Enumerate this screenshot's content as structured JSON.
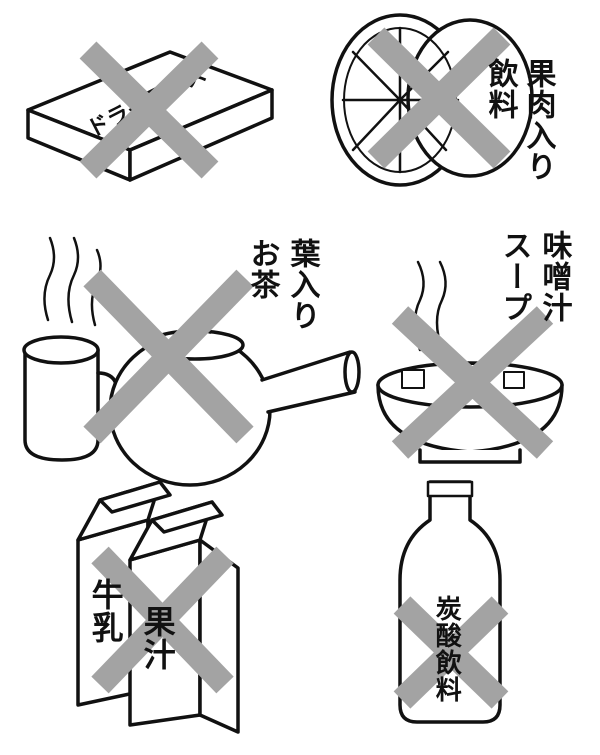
{
  "items": [
    {
      "id": "dry-ice",
      "label": "ドライアイス",
      "prohibited": true
    },
    {
      "id": "pulp-juice",
      "label_col1": "果肉入り",
      "label_col2": "飲料",
      "prohibited": true
    },
    {
      "id": "leaf-tea",
      "label_col1": "葉入り",
      "label_col2": "お茶",
      "prohibited": true
    },
    {
      "id": "miso-soup",
      "label_col1": "味噌汁",
      "label_col2": "スープ",
      "prohibited": true
    },
    {
      "id": "milk-juice-cartons",
      "label_milk": "牛乳",
      "label_juice": "果汁",
      "prohibited": true
    },
    {
      "id": "carbonated-drink",
      "label": "炭酸飲料",
      "prohibited": true
    }
  ],
  "colors": {
    "cross": "#a3a3a3",
    "line": "#111111",
    "background": "#ffffff"
  },
  "icons": [
    "dry-ice-box-icon",
    "orange-icon",
    "tea-cup-icon",
    "teapot-icon",
    "soup-bowl-icon",
    "milk-carton-icon",
    "juice-carton-icon",
    "bottle-icon",
    "prohibited-cross-icon"
  ]
}
